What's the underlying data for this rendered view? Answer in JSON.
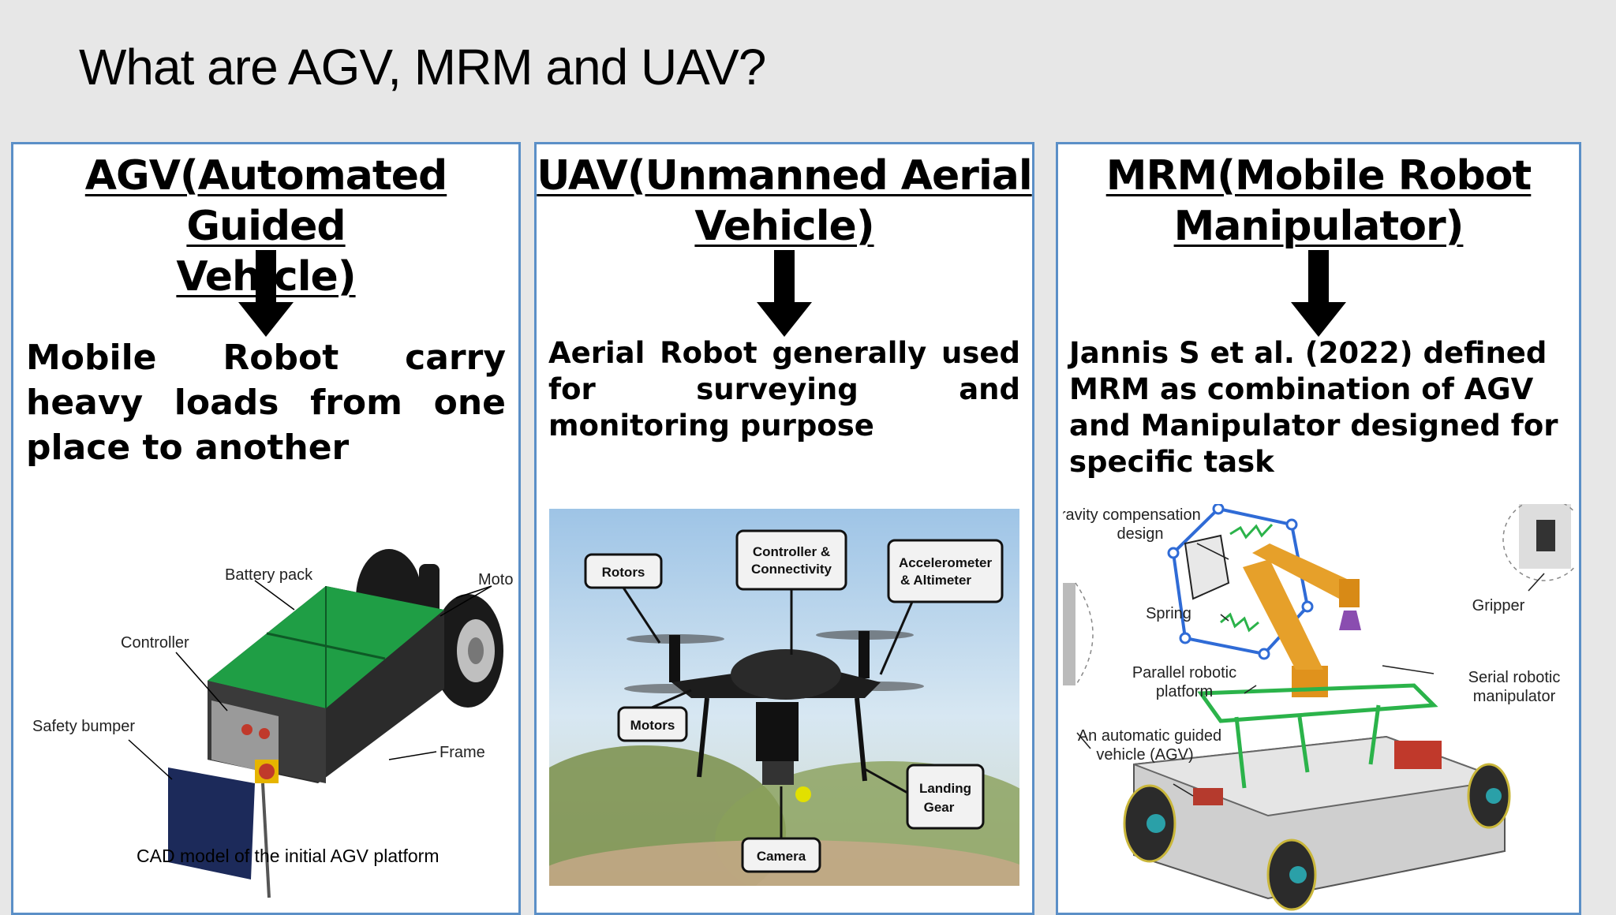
{
  "slide": {
    "title": "What are AGV, MRM and UAV?"
  },
  "panels": [
    {
      "heading_line1": "AGV(Automated Guided",
      "heading_line2": "Vehicle)",
      "description": "Mobile Robot carry heavy loads from one place to another",
      "figure": {
        "labels": {
          "battery": "Battery pack",
          "motors": "Motors",
          "controller": "Controller",
          "bumper": "Safety bumper",
          "frame": "Frame"
        },
        "caption": "CAD model of the initial AGV platform"
      }
    },
    {
      "heading_line1": "UAV(Unmanned Aerial",
      "heading_line2": "Vehicle)",
      "description": "Aerial Robot generally used for surveying and monitoring purpose",
      "figure": {
        "labels": {
          "rotors": "Rotors",
          "controller_1": "Controller &",
          "controller_2": "Connectivity",
          "accel_1": "Accelerometer",
          "accel_2": "& Altimeter",
          "motors": "Motors",
          "landing_1": "Landing",
          "landing_2": "Gear",
          "camera": "Camera"
        }
      }
    },
    {
      "heading_line1": "MRM(Mobile Robot",
      "heading_line2": "Manipulator)",
      "description": "Jannis S et al. (2022) defined MRM as combination of AGV and Manipulator designed for specific task",
      "figure": {
        "labels": {
          "gravity_1": "Gravity compensation",
          "gravity_2": "design",
          "gripper": "Gripper",
          "spring": "Spring",
          "parallel_1": "Parallel robotic",
          "parallel_2": "platform",
          "serial_1": "Serial robotic",
          "serial_2": "manipulator",
          "agv_1": "An automatic guided",
          "agv_2": "vehicle (AGV)"
        }
      }
    }
  ]
}
